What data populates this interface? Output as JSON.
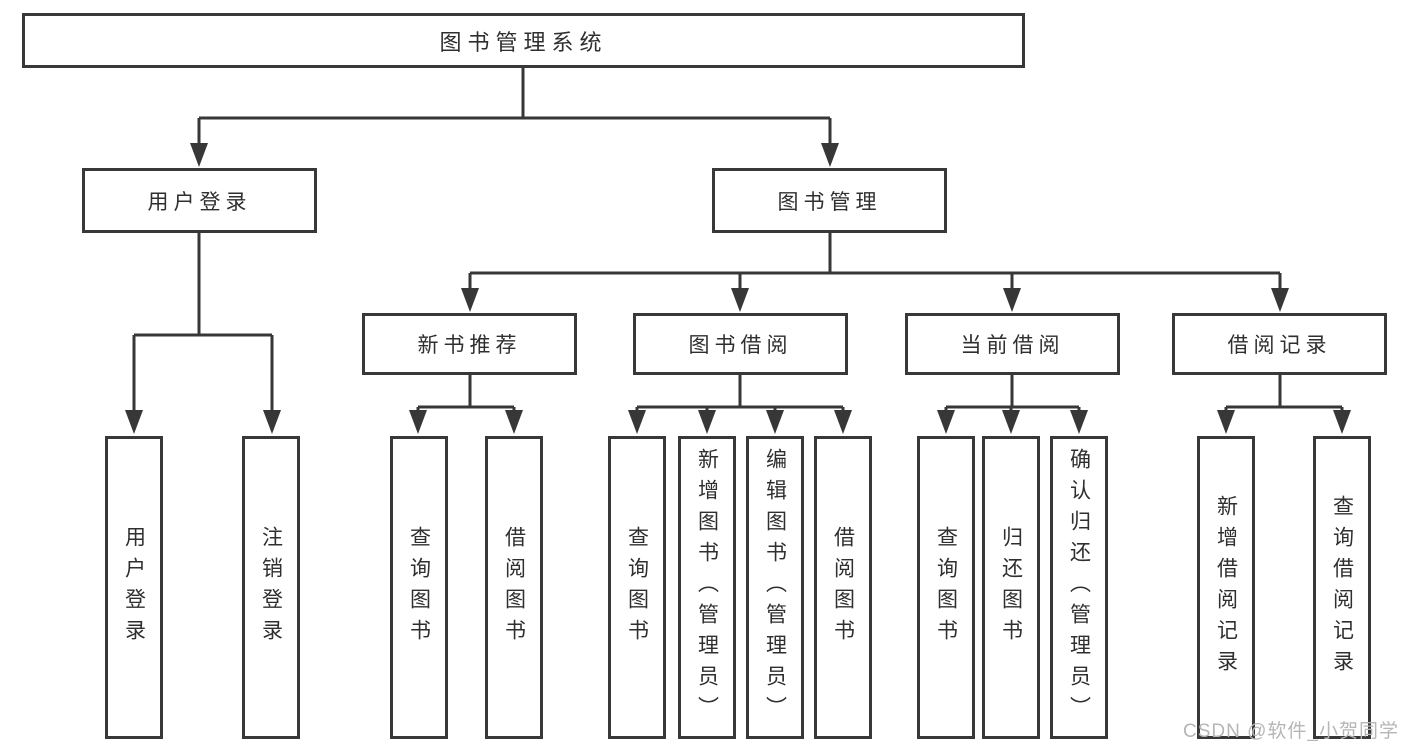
{
  "diagram_type": "hierarchy-tree",
  "tree": {
    "label": "图书管理系统",
    "children": [
      {
        "label": "用户登录",
        "children": [
          {
            "label": "用户登录"
          },
          {
            "label": "注销登录"
          }
        ]
      },
      {
        "label": "图书管理",
        "children": [
          {
            "label": "新书推荐",
            "children": [
              {
                "label": "查询图书"
              },
              {
                "label": "借阅图书"
              }
            ]
          },
          {
            "label": "图书借阅",
            "children": [
              {
                "label": "查询图书"
              },
              {
                "label": "新增图书（管理员）"
              },
              {
                "label": "编辑图书（管理员）"
              },
              {
                "label": "借阅图书"
              }
            ]
          },
          {
            "label": "当前借阅",
            "children": [
              {
                "label": "查询图书"
              },
              {
                "label": "归还图书"
              },
              {
                "label": "确认归还（管理员）"
              }
            ]
          },
          {
            "label": "借阅记录",
            "children": [
              {
                "label": "新增借阅记录"
              },
              {
                "label": "查询借阅记录"
              }
            ]
          }
        ]
      }
    ]
  },
  "watermark": {
    "text": "CSDN @软件_小贺同学",
    "color": "#b6b6b6"
  },
  "colors": {
    "background": "#ffffff",
    "line": "#373737",
    "box_border": "#383838",
    "text": "#2f2f2f"
  }
}
